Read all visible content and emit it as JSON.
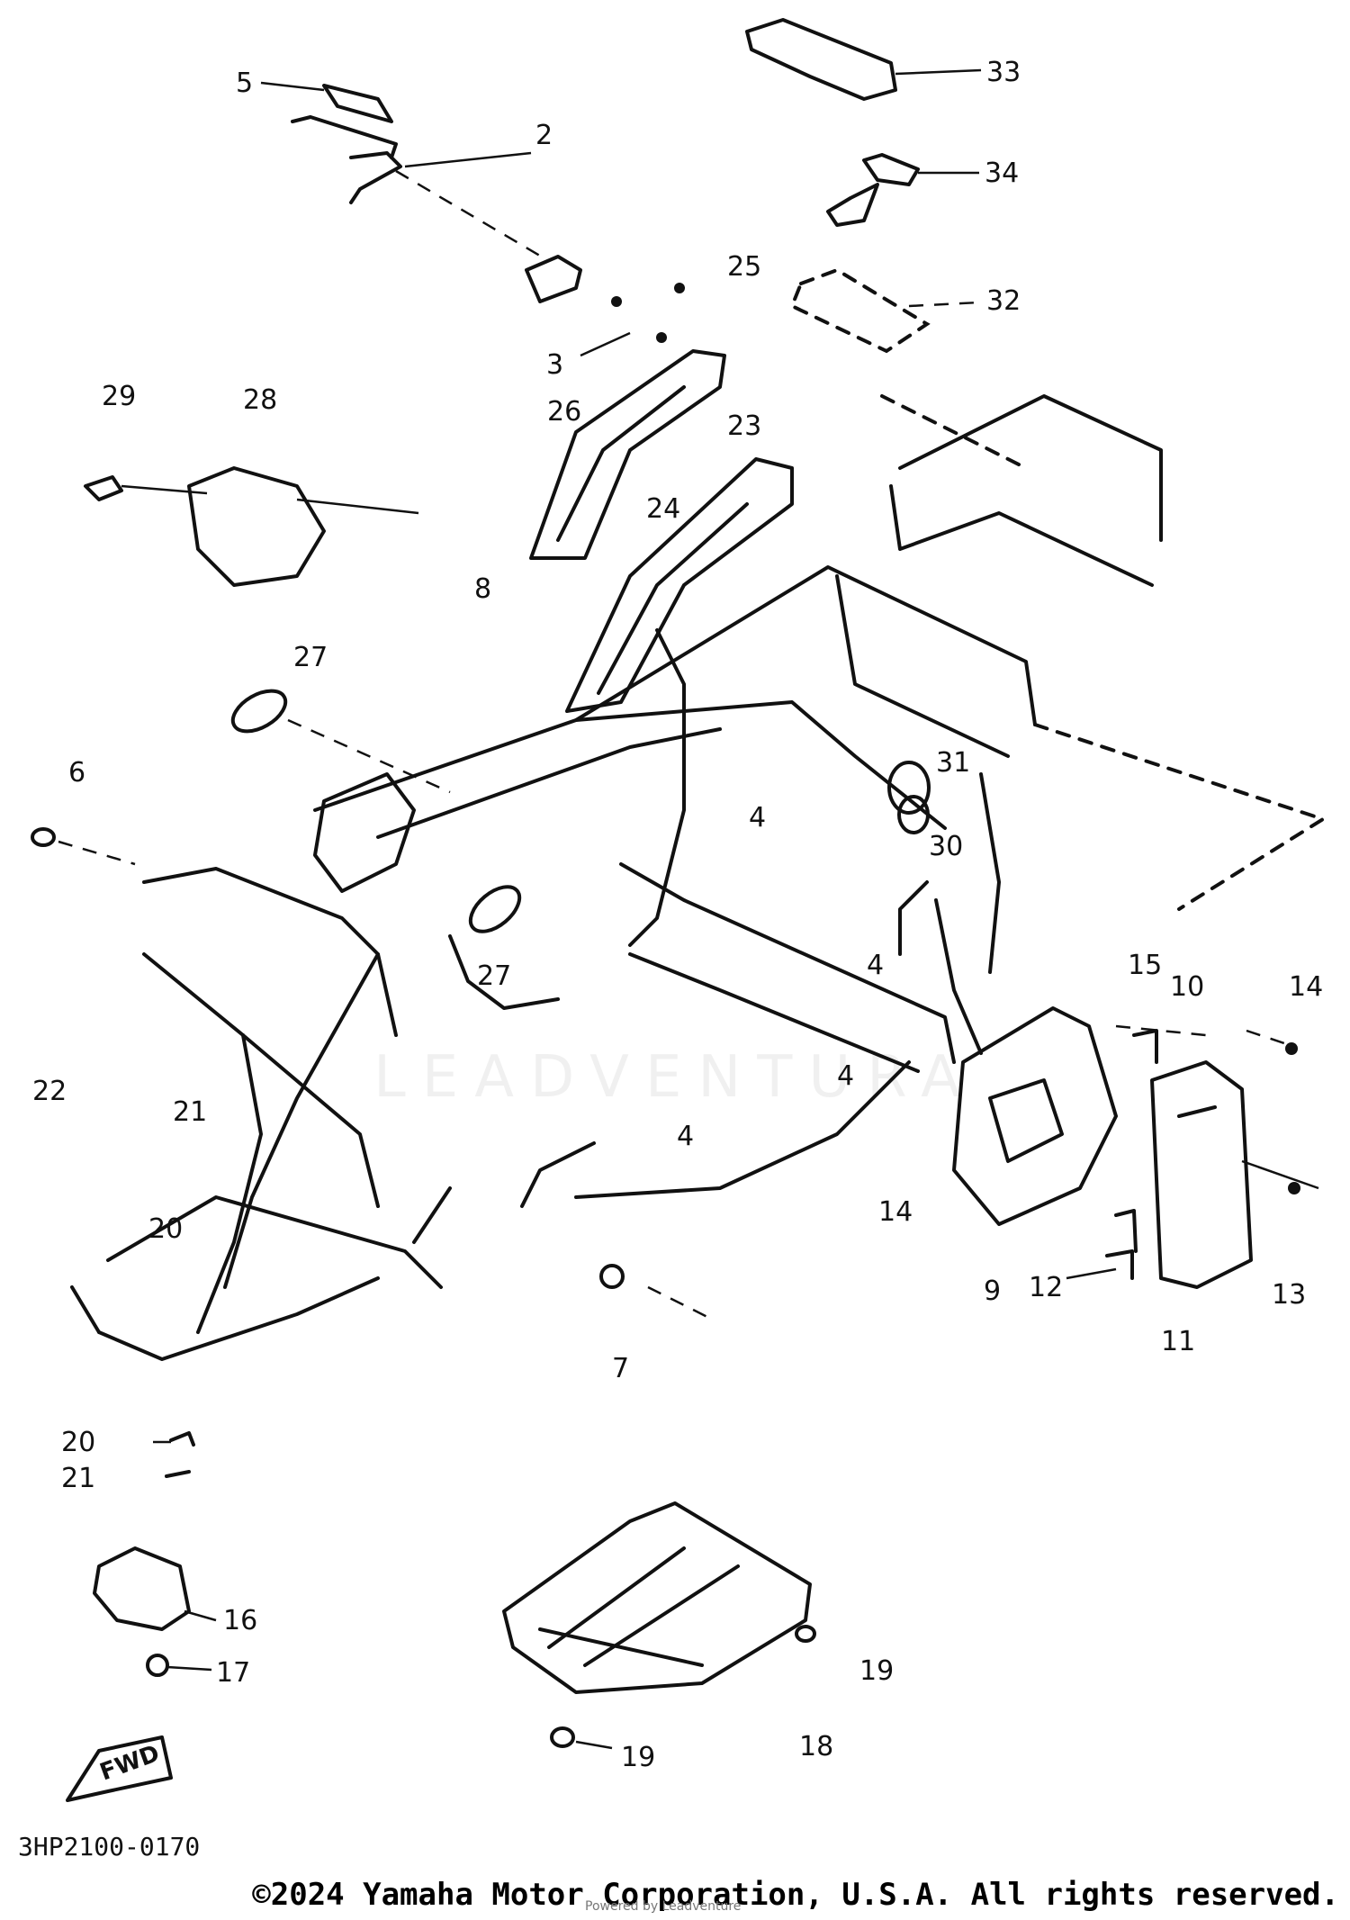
{
  "diagram": {
    "callouts": [
      "2",
      "3",
      "4",
      "4",
      "4",
      "4",
      "5",
      "6",
      "7",
      "8",
      "9",
      "10",
      "11",
      "12",
      "13",
      "14",
      "14",
      "15",
      "16",
      "17",
      "18",
      "19",
      "19",
      "20",
      "20",
      "21",
      "21",
      "22",
      "23",
      "24",
      "25",
      "26",
      "27",
      "27",
      "28",
      "29",
      "30",
      "31",
      "32",
      "33",
      "34"
    ],
    "fwd_marker": "FWD",
    "reference_code": "3HP2100-0170",
    "watermark": "LEADVENTURA",
    "copyright": "©2024 Yamaha Motor Corporation, U.S.A. All rights reserved.",
    "powered_by": "Powered by Leadventure"
  }
}
